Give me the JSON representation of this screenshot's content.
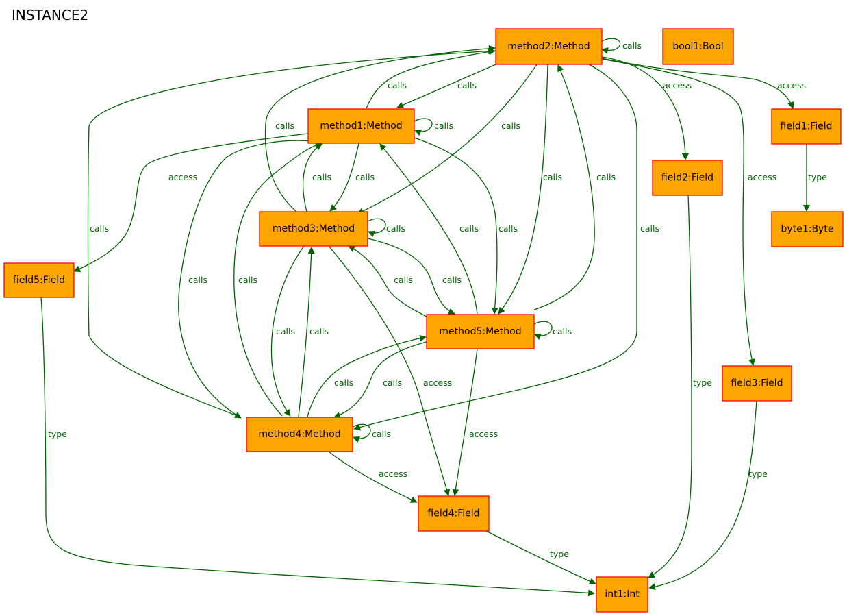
{
  "title": "INSTANCE2",
  "nodes": {
    "method2": "method2:Method",
    "bool1": "bool1:Bool",
    "method1": "method1:Method",
    "field1": "field1:Field",
    "field2": "field2:Field",
    "byte1": "byte1:Byte",
    "method3": "method3:Method",
    "field5": "field5:Field",
    "method5": "method5:Method",
    "field3": "field3:Field",
    "method4": "method4:Method",
    "field4": "field4:Field",
    "int1": "int1:Int"
  },
  "edges": [
    {
      "from": "method2",
      "to": "method2",
      "label": "calls"
    },
    {
      "from": "method2",
      "to": "method1",
      "label": "calls"
    },
    {
      "from": "method1",
      "to": "method2",
      "label": "calls"
    },
    {
      "from": "method2",
      "to": "field2",
      "label": "access"
    },
    {
      "from": "method2",
      "to": "field1",
      "label": "access"
    },
    {
      "from": "method3",
      "to": "method2",
      "label": "calls"
    },
    {
      "from": "method1",
      "to": "method1",
      "label": "calls"
    },
    {
      "from": "method2",
      "to": "method3",
      "label": "calls"
    },
    {
      "from": "method1",
      "to": "field5",
      "label": "access"
    },
    {
      "from": "method3",
      "to": "method1",
      "label": "calls"
    },
    {
      "from": "method1",
      "to": "method3",
      "label": "calls"
    },
    {
      "from": "method2",
      "to": "method5",
      "label": "calls"
    },
    {
      "from": "method5",
      "to": "method2",
      "label": "calls"
    },
    {
      "from": "field1",
      "to": "byte1",
      "label": "type"
    },
    {
      "from": "method2",
      "to": "field3",
      "label": "access"
    },
    {
      "from": "method4",
      "to": "method2",
      "label": "calls"
    },
    {
      "from": "method3",
      "to": "method3",
      "label": "calls"
    },
    {
      "from": "method5",
      "to": "method1",
      "label": "calls"
    },
    {
      "from": "method1",
      "to": "method5",
      "label": "calls"
    },
    {
      "from": "method2",
      "to": "method4",
      "label": "calls"
    },
    {
      "from": "method1",
      "to": "method4",
      "label": "calls"
    },
    {
      "from": "method4",
      "to": "method1",
      "label": "calls"
    },
    {
      "from": "method5",
      "to": "method3",
      "label": "calls"
    },
    {
      "from": "method3",
      "to": "method5",
      "label": "calls"
    },
    {
      "from": "method3",
      "to": "method4",
      "label": "calls"
    },
    {
      "from": "method4",
      "to": "method3",
      "label": "calls"
    },
    {
      "from": "method5",
      "to": "method5",
      "label": "calls"
    },
    {
      "from": "field2",
      "to": "int1",
      "label": "type"
    },
    {
      "from": "method4",
      "to": "method5",
      "label": "calls"
    },
    {
      "from": "method5",
      "to": "method4",
      "label": "calls"
    },
    {
      "from": "method3",
      "to": "field4",
      "label": "access"
    },
    {
      "from": "field3",
      "to": "int1",
      "label": "type"
    },
    {
      "from": "field5",
      "to": "int1",
      "label": "type"
    },
    {
      "from": "method4",
      "to": "method4",
      "label": "calls"
    },
    {
      "from": "method5",
      "to": "field4",
      "label": "access"
    },
    {
      "from": "method4",
      "to": "field4",
      "label": "access"
    },
    {
      "from": "field4",
      "to": "int1",
      "label": "type"
    }
  ],
  "colors": {
    "node_fill": "#ffa500",
    "node_border": "#ff0000",
    "edge": "#006400"
  }
}
